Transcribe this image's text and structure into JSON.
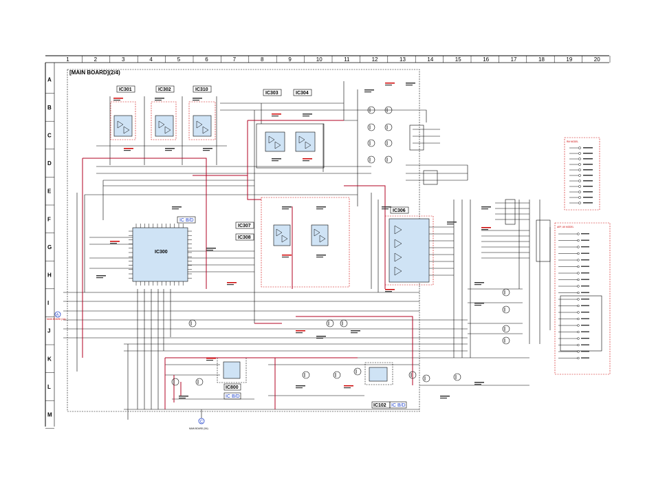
{
  "sheet": {
    "columns": [
      "1",
      "2",
      "3",
      "4",
      "5",
      "6",
      "7",
      "8",
      "9",
      "10",
      "11",
      "12",
      "13",
      "14",
      "15",
      "16",
      "17",
      "18",
      "19",
      "20"
    ],
    "rows": [
      "A",
      "B",
      "C",
      "D",
      "E",
      "F",
      "G",
      "H",
      "I",
      "J",
      "K",
      "L",
      "M"
    ],
    "title": "[MAIN BOARD](2/4)"
  },
  "ics": {
    "ic301": "IC301",
    "ic302": "IC302",
    "ic310": "IC310",
    "ic303": "IC303",
    "ic304": "IC304",
    "ic307": "IC307",
    "ic308": "IC308",
    "ic306": "IC306",
    "ic300": "IC300",
    "ic800": "IC800",
    "ic102": "IC102"
  },
  "ic_board_labels": {
    "b1": "IC B/D",
    "b2": "IC B/D",
    "b3": "IC B/D"
  },
  "right_panels": {
    "rm_model": "RM MODEL",
    "aep": "AEP, UK MODEL"
  },
  "footer": {
    "conn_label": "MAIN BOARD (3/4)",
    "side_label": "MAIN BOARD (1/4)"
  },
  "connector_letter": "A",
  "connector_letter_c": "C",
  "colors": {
    "chip": "#cfe3f5",
    "red_wire": "#b00020",
    "label_red": "#cc0000",
    "ic_blue": "#2244cc"
  }
}
